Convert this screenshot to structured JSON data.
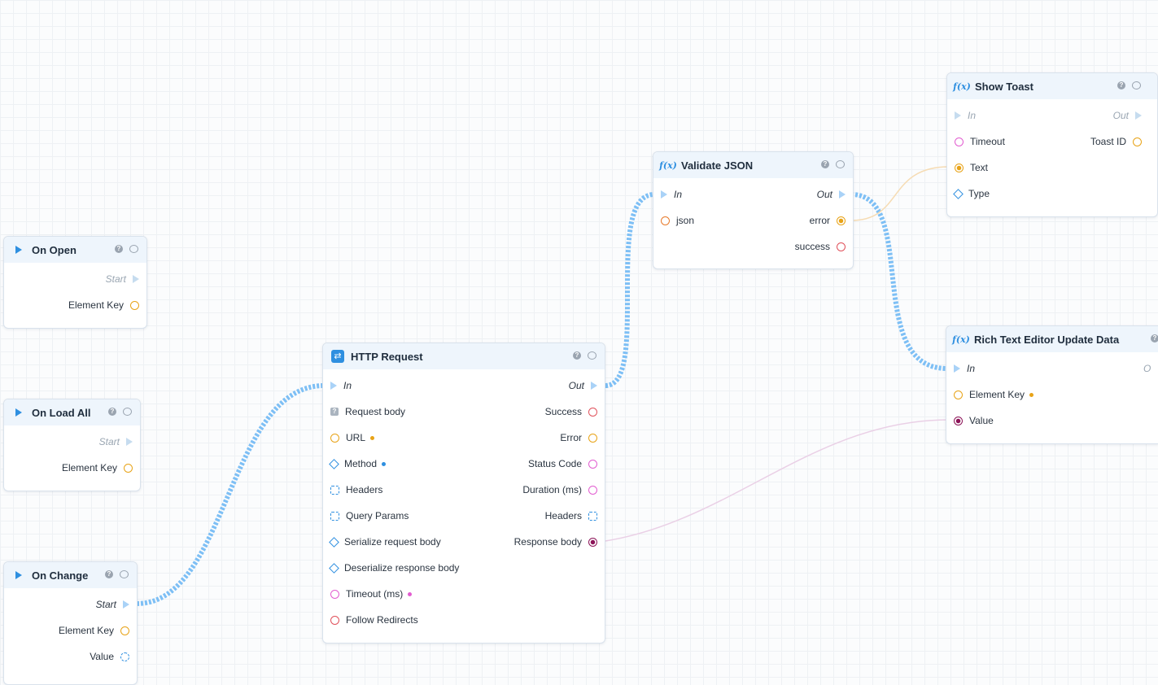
{
  "colors": {
    "execWire": "#7dbff5",
    "dataWireOrange": "#f6dcb4",
    "dataWirePink": "#ead0e6",
    "accent": "#2e8fe0"
  },
  "nodes": {
    "on_open": {
      "title": "On Open",
      "icon": "play-icon",
      "start": "Start",
      "element_key": "Element Key"
    },
    "on_load_all": {
      "title": "On Load All",
      "icon": "play-icon",
      "start": "Start",
      "element_key": "Element Key"
    },
    "on_change": {
      "title": "On Change",
      "icon": "play-icon",
      "start": "Start",
      "element_key": "Element Key",
      "value": "Value"
    },
    "http_request": {
      "title": "HTTP Request",
      "icon": "http-exchange-icon",
      "inputs": [
        "In",
        "Request body",
        "URL",
        "Method",
        "Headers",
        "Query Params",
        "Serialize request body",
        "Deserialize response body",
        "Timeout (ms)",
        "Follow Redirects"
      ],
      "outputs": [
        "Out",
        "Success",
        "Error",
        "Status Code",
        "Duration (ms)",
        "Headers",
        "Response body"
      ]
    },
    "validate_json": {
      "title": "Validate JSON",
      "icon": "function-icon",
      "inputs": [
        "In",
        "json"
      ],
      "outputs": [
        "Out",
        "error",
        "success"
      ]
    },
    "show_toast": {
      "title": "Show Toast",
      "icon": "function-icon",
      "inputs": [
        "In",
        "Timeout",
        "Text",
        "Type"
      ],
      "outputs": [
        "Out",
        "Toast ID"
      ]
    },
    "rich_text": {
      "title": "Rich Text Editor Update Data",
      "icon": "function-icon",
      "inputs": [
        "In",
        "Element Key",
        "Value"
      ],
      "outputs": [
        "O"
      ]
    }
  },
  "header_buttons": {
    "help": "?",
    "comment": "comment-icon"
  }
}
